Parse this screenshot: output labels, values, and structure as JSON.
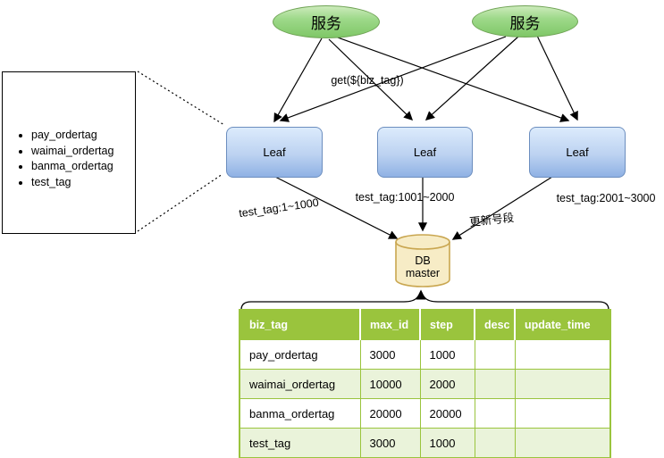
{
  "colors": {
    "service_fill": "#7fc767",
    "service_border": "#6fa355",
    "leaf_fill_top": "#dcebfc",
    "leaf_fill_bottom": "#8fb1e4",
    "leaf_border": "#6c8ebf",
    "db_fill": "#f7ecc6",
    "db_border": "#c9a650",
    "table_green": "#9ac43d",
    "table_row_alt": "#eaf3da",
    "line": "#000000"
  },
  "diagram": {
    "services": [
      {
        "label": "服务"
      },
      {
        "label": "服务"
      }
    ],
    "request_label": "get(${biz_tag})",
    "leaves": [
      {
        "label": "Leaf"
      },
      {
        "label": "Leaf"
      },
      {
        "label": "Leaf"
      }
    ],
    "tag_list": [
      "pay_ordertag",
      "waimai_ordertag",
      "banma_ordertag",
      "test_tag"
    ],
    "edge_labels": {
      "leaf1_segment": "test_tag:1~1000",
      "leaf2_segment": "test_tag:1001~2000",
      "leaf3_segment": "test_tag:2001~3000",
      "update_segment": "更新号段"
    },
    "database": {
      "line1": "DB",
      "line2": "master"
    }
  },
  "table": {
    "headers": [
      "biz_tag",
      "max_id",
      "step",
      "desc",
      "update_time"
    ],
    "rows": [
      [
        "pay_ordertag",
        "3000",
        "1000",
        "",
        ""
      ],
      [
        "waimai_ordertag",
        "10000",
        "2000",
        "",
        ""
      ],
      [
        "banma_ordertag",
        "20000",
        "20000",
        "",
        ""
      ],
      [
        "test_tag",
        "3000",
        "1000",
        "",
        ""
      ]
    ]
  }
}
